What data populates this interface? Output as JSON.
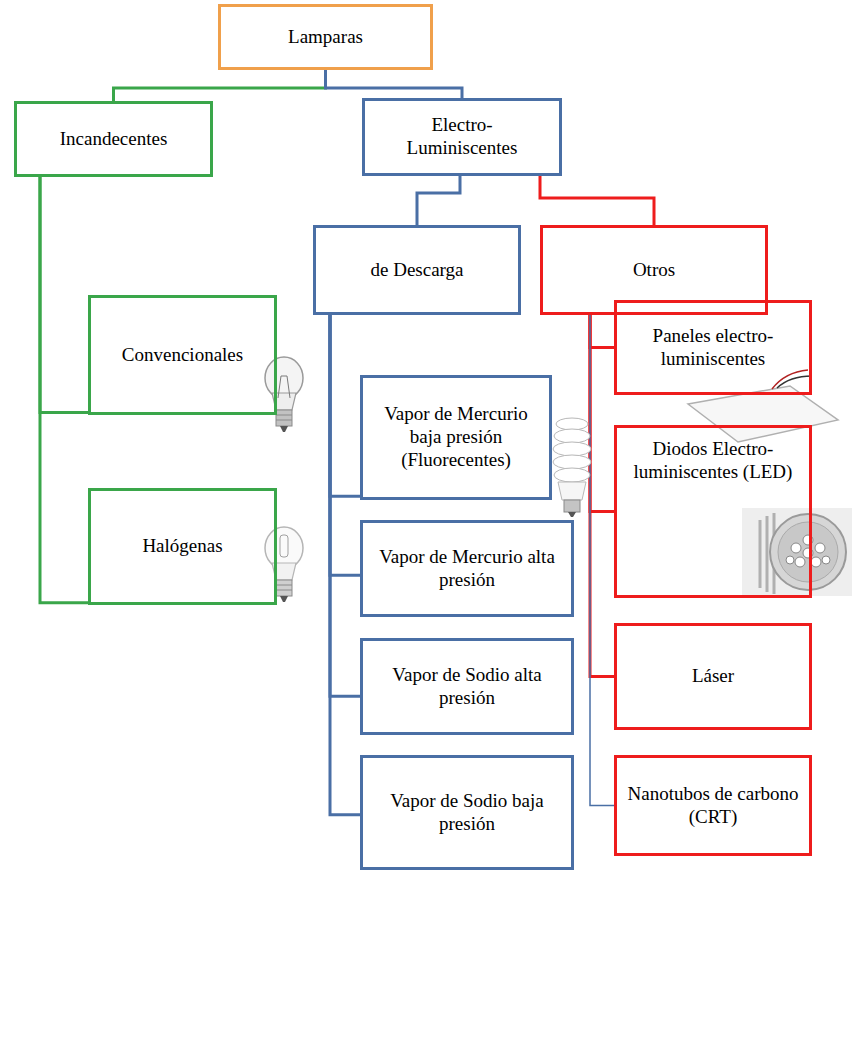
{
  "diagram": {
    "nodes": [
      {
        "text": [
          "Lamparas"
        ]
      },
      {
        "text": [
          "Incandecentes"
        ]
      },
      {
        "text": [
          "Electro- Luminiscentes"
        ]
      },
      {
        "text": [
          "Convencionales"
        ]
      },
      {
        "text": [
          "Halógenas"
        ]
      },
      {
        "text": [
          "de Descarga"
        ]
      },
      {
        "text": [
          "Otros"
        ]
      },
      {
        "text": [
          "Vapor de Mercurio baja presión (Fluorecentes)"
        ]
      },
      {
        "text": [
          "Vapor de Mercurio alta presión"
        ]
      },
      {
        "text": [
          "Vapor de Sodio alta presión"
        ]
      },
      {
        "text": [
          "Vapor de Sodio baja presión"
        ]
      },
      {
        "text": [
          "Paneles electro- luminiscentes"
        ]
      },
      {
        "text": [
          "Diodos Electro- luminiscentes (LED)"
        ]
      },
      {
        "text": [
          "Láser"
        ]
      },
      {
        "text": [
          "Nanotubos de carbono (CRT)"
        ]
      }
    ],
    "edges": [
      {
        "from": 0,
        "to": 1,
        "arrow": "none"
      },
      {
        "from": 0,
        "to": 2,
        "arrow": "none"
      },
      {
        "from": 1,
        "to": 3,
        "arrow": "none"
      },
      {
        "from": 1,
        "to": 4,
        "arrow": "none"
      },
      {
        "from": 2,
        "to": 5,
        "arrow": "none"
      },
      {
        "from": 2,
        "to": 6,
        "arrow": "none"
      },
      {
        "from": 5,
        "to": 7,
        "arrow": "none"
      },
      {
        "from": 5,
        "to": 8,
        "arrow": "none"
      },
      {
        "from": 5,
        "to": 9,
        "arrow": "none"
      },
      {
        "from": 5,
        "to": 10,
        "arrow": "none"
      },
      {
        "from": 6,
        "to": 11,
        "arrow": "none"
      },
      {
        "from": 6,
        "to": 12,
        "arrow": "none"
      },
      {
        "from": 6,
        "to": 13,
        "arrow": "none"
      },
      {
        "from": 6,
        "to": 14,
        "arrow": "none"
      }
    ]
  }
}
